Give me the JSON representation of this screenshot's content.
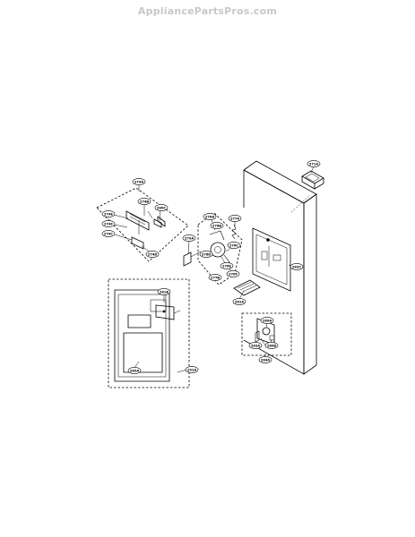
{
  "watermark": "AppliancePartsPros.com",
  "callouts": {
    "c271a": "271A",
    "c274a": "274A",
    "c274b": "274B",
    "c274c": "274C",
    "c274d": "274D",
    "c274e": "274E",
    "c274f": "274F",
    "c276a": "276A",
    "c276b": "276B",
    "c276c": "276C",
    "c276d": "276D",
    "c276e": "276E",
    "c276f": "276F",
    "c277a": "277A",
    "c277b": "277B",
    "c279a": "279A",
    "c280a": "280A",
    "c280b": "280B",
    "c280c": "280C",
    "c281a": "281A",
    "c281b": "281B",
    "c283a": "283A",
    "c283c": "283C",
    "c284a": "284A",
    "c289a": "289A",
    "c291a": "291A"
  }
}
